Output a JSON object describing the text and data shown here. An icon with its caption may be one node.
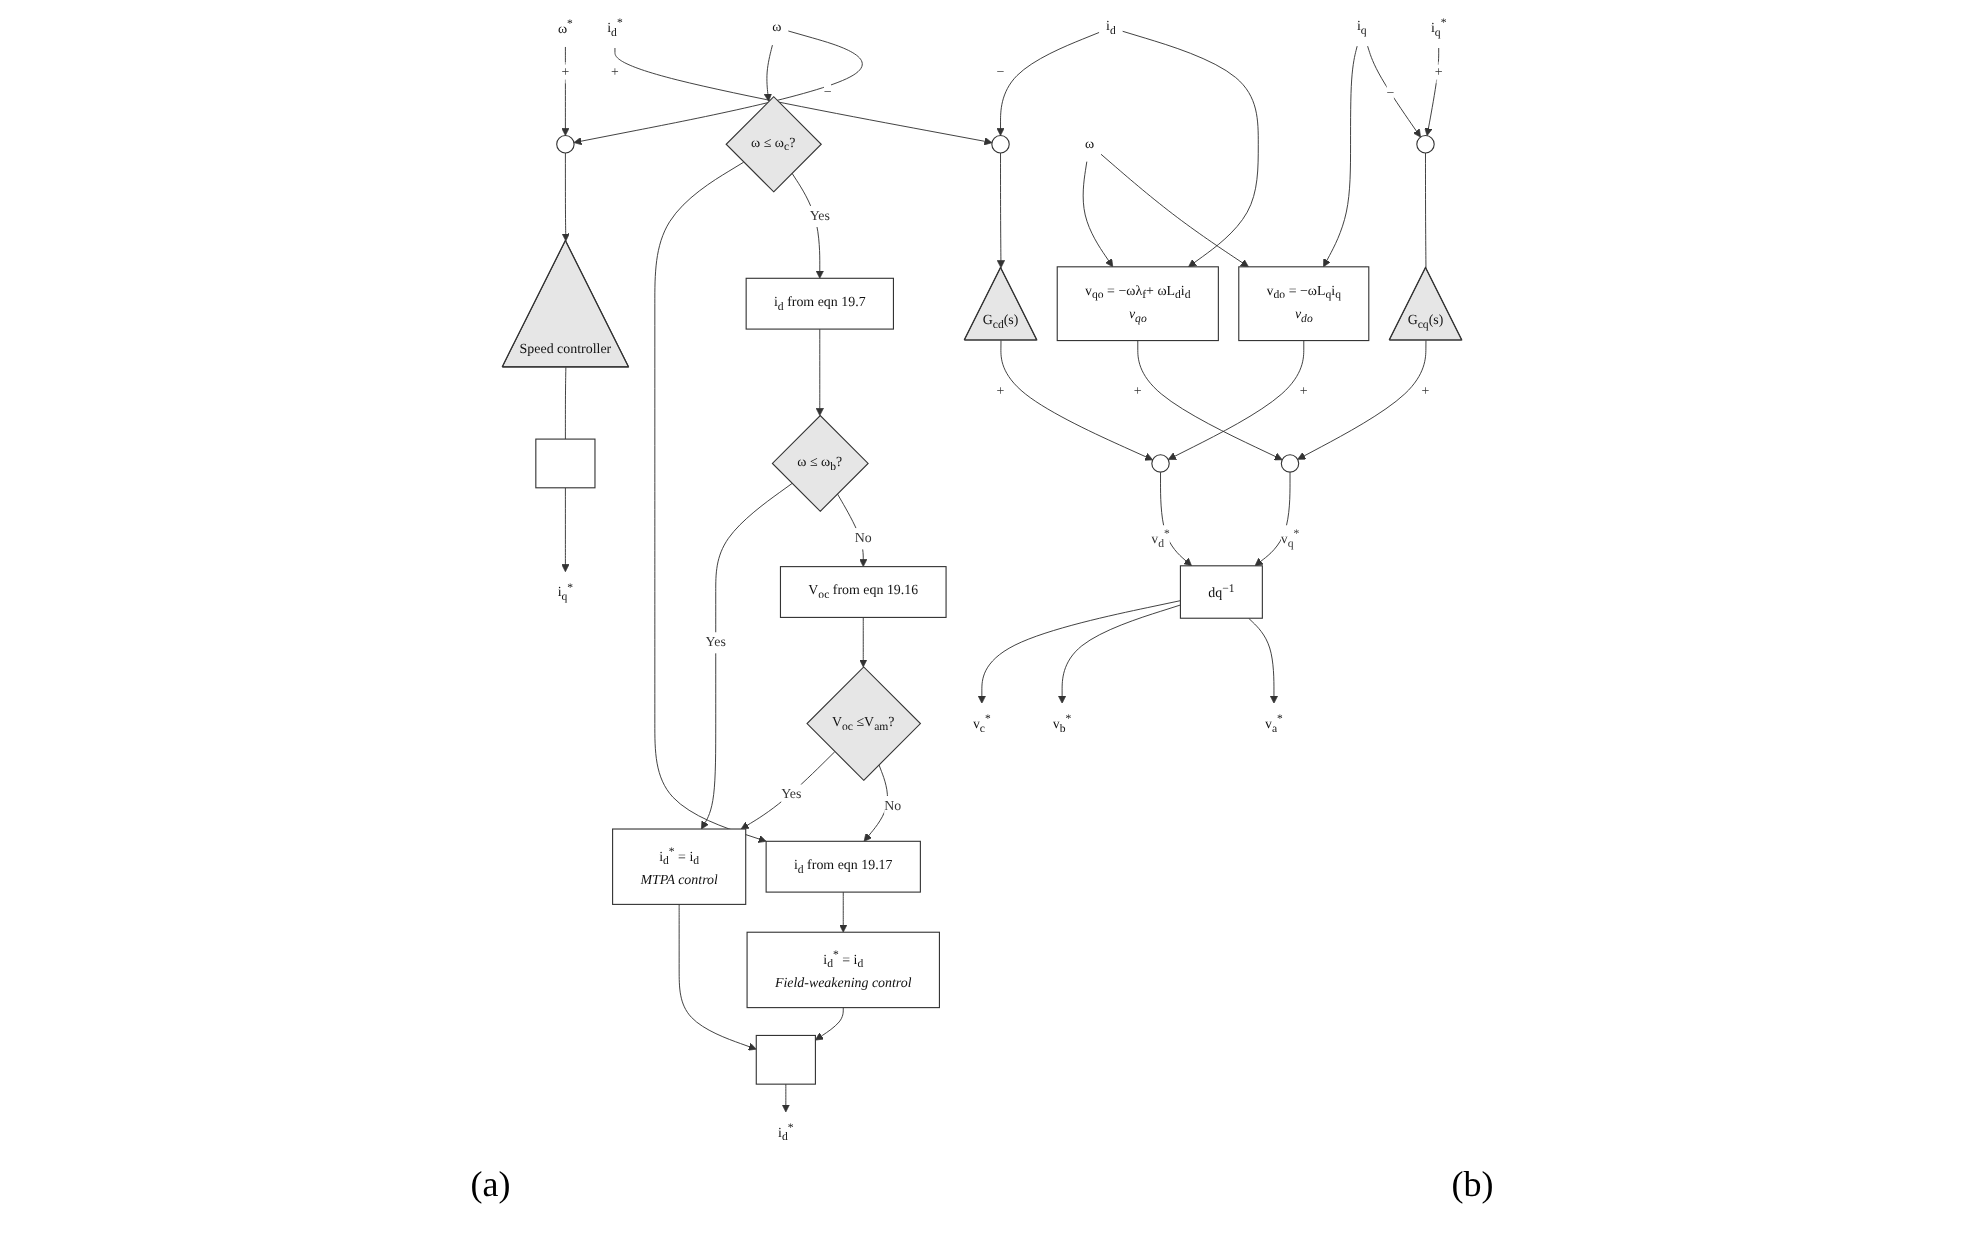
{
  "diagram": {
    "nodes": [
      {
        "text": [
          "ω$^{*}$"
        ]
      },
      {
        "text": [],
        "shape": "circle"
      },
      {
        "text": [
          "ω"
        ]
      },
      {
        "text": [
          "Speed controller"
        ]
      },
      {
        "text": [],
        "shape": "box"
      },
      {
        "text": [
          "i$_{q}$$^{*}$"
        ]
      },
      {
        "text": [
          "ω ≤ ω$_{c}$?"
        ]
      },
      {
        "text": [
          "i$_{d}$ from eqn 19.7"
        ]
      },
      {
        "text": [
          "ω ≤ ω$_{b}$?"
        ]
      },
      {
        "text": [
          "V$_{oc}$ from eqn 19.16"
        ]
      },
      {
        "text": [
          "V$_{oc}$ ≤V$_{am}$?"
        ]
      },
      {
        "text": [
          "i$_{d}$ from eqn 19.17"
        ]
      },
      {
        "text": [
          "i$_{d}$$^{*}$ = i$_{d}$",
          "Field-weakening control"
        ]
      },
      {
        "text": [
          "i$_{d}$$^{*}$ = i$_{d}$",
          "MTPA control"
        ]
      },
      {
        "text": [],
        "shape": "box"
      },
      {
        "text": [
          "i$_{d}$$^{*}$"
        ]
      },
      {
        "text": [
          "i$_{q}$$^{*}$"
        ]
      },
      {
        "text": [],
        "shape": "circle"
      },
      {
        "text": [
          "G$_{cq}$(s)"
        ]
      },
      {
        "text": [],
        "shape": "circle"
      },
      {
        "text": [
          "dq$^{−1}$"
        ]
      },
      {
        "text": [
          "v$_{a}$$^{*}$"
        ]
      },
      {
        "text": [
          "v$_{b}$$^{*}$"
        ]
      },
      {
        "text": [
          "v$_{c}$$^{*}$"
        ]
      },
      {
        "text": [
          "i$_{q}$"
        ]
      },
      {
        "text": [
          "v$_{do}$ = −ωL$_{q}$i$_{q}$",
          "v$_{do}$"
        ]
      },
      {
        "text": [
          "ω"
        ]
      },
      {
        "text": [
          "v$_{qo}$ = −ωλ$_{f}$+ ωL$_{d}$i$_{d}$",
          "v$_{qo}$"
        ]
      },
      {
        "text": [
          "i$_{d}$"
        ]
      },
      {
        "text": [
          "i$_{d}$$^{*}$"
        ]
      },
      {
        "text": [],
        "shape": "circle"
      },
      {
        "text": [
          "G$_{cd}$(s)"
        ]
      },
      {
        "text": [],
        "shape": "circle"
      }
    ],
    "edges": [
      {
        "from": 0,
        "to": 1,
        "arrow": "to",
        "label": "+"
      },
      {
        "from": 1,
        "to": 3,
        "arrow": "to"
      },
      {
        "from": 3,
        "to": 4,
        "arrow": "none"
      },
      {
        "from": 4,
        "to": 5,
        "arrow": "to"
      },
      {
        "from": 2,
        "to": 1,
        "arrow": "to",
        "label": "−"
      },
      {
        "from": 2,
        "to": 6,
        "arrow": "to"
      },
      {
        "from": 6,
        "to": 7,
        "arrow": "to",
        "label": "Yes"
      },
      {
        "from": 6,
        "to": 11,
        "arrow": "to"
      },
      {
        "from": 7,
        "to": 8,
        "arrow": "to"
      },
      {
        "from": 8,
        "to": 9,
        "arrow": "to",
        "label": "No"
      },
      {
        "from": 8,
        "to": 13,
        "arrow": "to",
        "label": "Yes"
      },
      {
        "from": 9,
        "to": 10,
        "arrow": "to"
      },
      {
        "from": 10,
        "to": 11,
        "arrow": "to",
        "label": "No"
      },
      {
        "from": 10,
        "to": 13,
        "arrow": "to",
        "label": "Yes"
      },
      {
        "from": 11,
        "to": 12,
        "arrow": "to"
      },
      {
        "from": 12,
        "to": 14,
        "arrow": "to"
      },
      {
        "from": 13,
        "to": 14,
        "arrow": "to"
      },
      {
        "from": 14,
        "to": 15,
        "arrow": "to"
      },
      {
        "from": 16,
        "to": 17,
        "arrow": "to",
        "label": "+"
      },
      {
        "from": 17,
        "to": 18,
        "arrow": "none"
      },
      {
        "from": 18,
        "to": 19,
        "arrow": "to",
        "label": "+"
      },
      {
        "from": 19,
        "to": 20,
        "arrow": "to",
        "label": "v$_{q}$$^{*}$"
      },
      {
        "from": 20,
        "to": 21,
        "arrow": "to"
      },
      {
        "from": 20,
        "to": 22,
        "arrow": "to"
      },
      {
        "from": 20,
        "to": 23,
        "arrow": "to"
      },
      {
        "from": 24,
        "to": 17,
        "arrow": "to",
        "label": "−"
      },
      {
        "from": 24,
        "to": 25,
        "arrow": "to"
      },
      {
        "from": 26,
        "to": 25,
        "arrow": "to"
      },
      {
        "from": 26,
        "to": 27,
        "arrow": "to"
      },
      {
        "from": 28,
        "to": 27,
        "arrow": "to"
      },
      {
        "from": 28,
        "to": 30,
        "arrow": "to",
        "label": "−"
      },
      {
        "from": 29,
        "to": 30,
        "arrow": "to",
        "label": "+"
      },
      {
        "from": 30,
        "to": 31,
        "arrow": "to"
      },
      {
        "from": 31,
        "to": 32,
        "arrow": "to",
        "label": "+"
      },
      {
        "from": 32,
        "to": 20,
        "arrow": "to",
        "label": "v$_{d}$$^{*}$"
      },
      {
        "from": 27,
        "to": 19,
        "arrow": "to",
        "label": "+"
      },
      {
        "from": 25,
        "to": 32,
        "arrow": "to",
        "label": "+"
      }
    ],
    "labels": [
      "(a)",
      "(b)"
    ]
  }
}
